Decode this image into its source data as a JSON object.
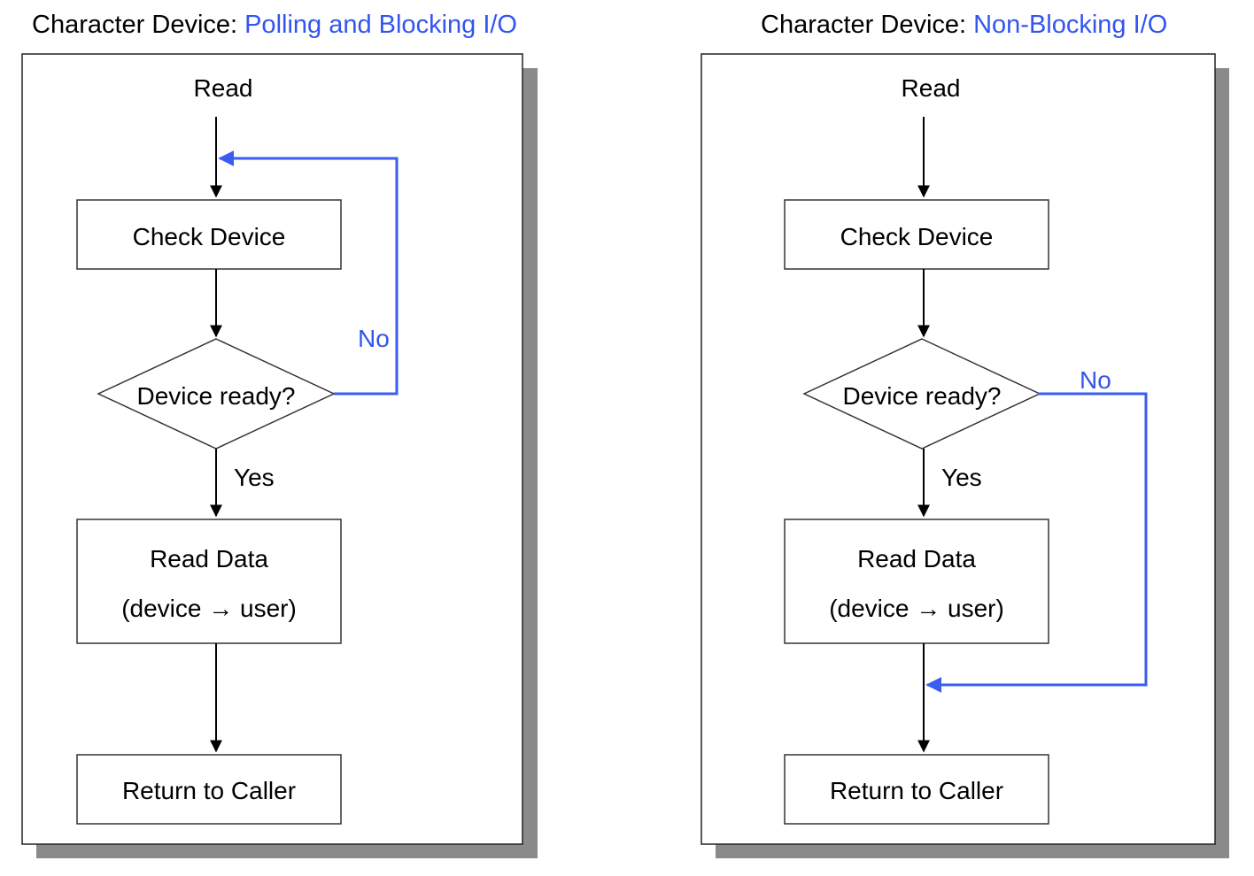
{
  "colors": {
    "accent": "#3355ee",
    "loop_line": "#3a5cf2",
    "shadow": "#8a8a8a",
    "text": "#000000"
  },
  "left": {
    "title_prefix": "Character Device:",
    "title_accent": "Polling and Blocking I/O",
    "start_label": "Read",
    "check_device": "Check Device",
    "decision": "Device ready?",
    "branch_yes": "Yes",
    "branch_no": "No",
    "read_data_line1": "Read Data",
    "read_data_line2": "(device → user)",
    "return_label": "Return to Caller"
  },
  "right": {
    "title_prefix": "Character Device:",
    "title_accent": "Non-Blocking I/O",
    "start_label": "Read",
    "check_device": "Check Device",
    "decision": "Device ready?",
    "branch_yes": "Yes",
    "branch_no": "No",
    "read_data_line1": "Read Data",
    "read_data_line2": "(device → user)",
    "return_label": "Return to Caller"
  }
}
